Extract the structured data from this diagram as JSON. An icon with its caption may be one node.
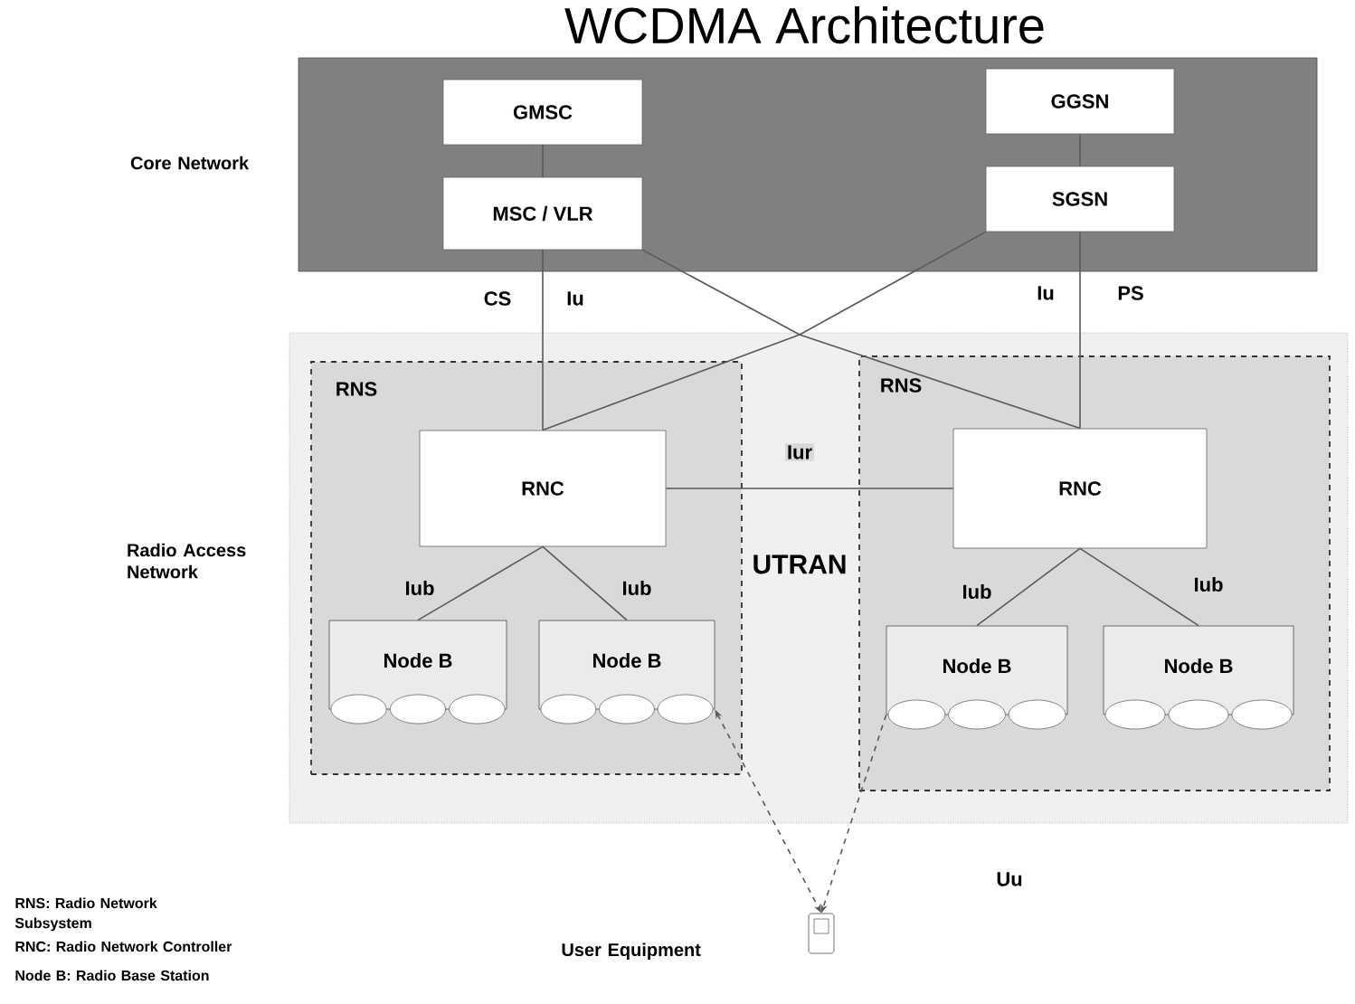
{
  "diagram": {
    "title": "WCDMA Architecture",
    "nodes": [
      {
        "text": [],
        "shape": "box",
        "beside": [
          "Core Network"
        ]
      },
      {
        "text": [
          "GMSC"
        ],
        "in": 0
      },
      {
        "text": [
          "MSC / VLR"
        ],
        "in": 0
      },
      {
        "text": [
          "GGSN"
        ],
        "in": 0
      },
      {
        "text": [
          "SGSN"
        ],
        "in": 0
      },
      {
        "text": [
          "UTRAN"
        ],
        "beside": [
          "Radio Access Network"
        ]
      },
      {
        "text": [
          "RNS"
        ],
        "in": 5
      },
      {
        "text": [
          "RNC"
        ],
        "in": 6
      },
      {
        "text": [
          "Node B"
        ],
        "in": 6
      },
      {
        "text": [
          "Node B"
        ],
        "in": 6
      },
      {
        "text": [
          "RNS"
        ],
        "in": 5
      },
      {
        "text": [
          "RNC"
        ],
        "in": 10
      },
      {
        "text": [
          "Node B"
        ],
        "in": 10
      },
      {
        "text": [
          "Node B"
        ],
        "in": 10
      },
      {
        "text": [],
        "shape": "picture"
      }
    ],
    "edges": [
      {
        "from": 1,
        "to": 2,
        "arrow": "none"
      },
      {
        "from": 3,
        "to": 4,
        "arrow": "none"
      },
      {
        "from": 2,
        "to": 7,
        "arrow": "none"
      },
      {
        "from": 2,
        "to": 11,
        "arrow": "none"
      },
      {
        "from": 4,
        "to": 7,
        "arrow": "none"
      },
      {
        "from": 4,
        "to": 11,
        "arrow": "none"
      },
      {
        "from": 7,
        "to": 11,
        "arrow": "none",
        "label": "Iur"
      },
      {
        "from": 7,
        "to": 8,
        "arrow": "none",
        "label": "Iub"
      },
      {
        "from": 7,
        "to": 9,
        "arrow": "none",
        "label": "Iub"
      },
      {
        "from": 11,
        "to": 12,
        "arrow": "none",
        "label": "Iub"
      },
      {
        "from": 11,
        "to": 13,
        "arrow": "none",
        "label": "Iub"
      },
      {
        "from": 9,
        "to": 14,
        "arrow": "both",
        "style": "dashed"
      },
      {
        "from": 12,
        "to": 14,
        "arrow": "to",
        "style": "dashed"
      }
    ],
    "labels": [
      "CS",
      "Iu",
      "Iu",
      "PS",
      "Uu",
      "User Equipment",
      "RNS: Radio Network Subsystem",
      "RNC: Radio Network Controller",
      "Node B: Radio Base Station"
    ]
  }
}
